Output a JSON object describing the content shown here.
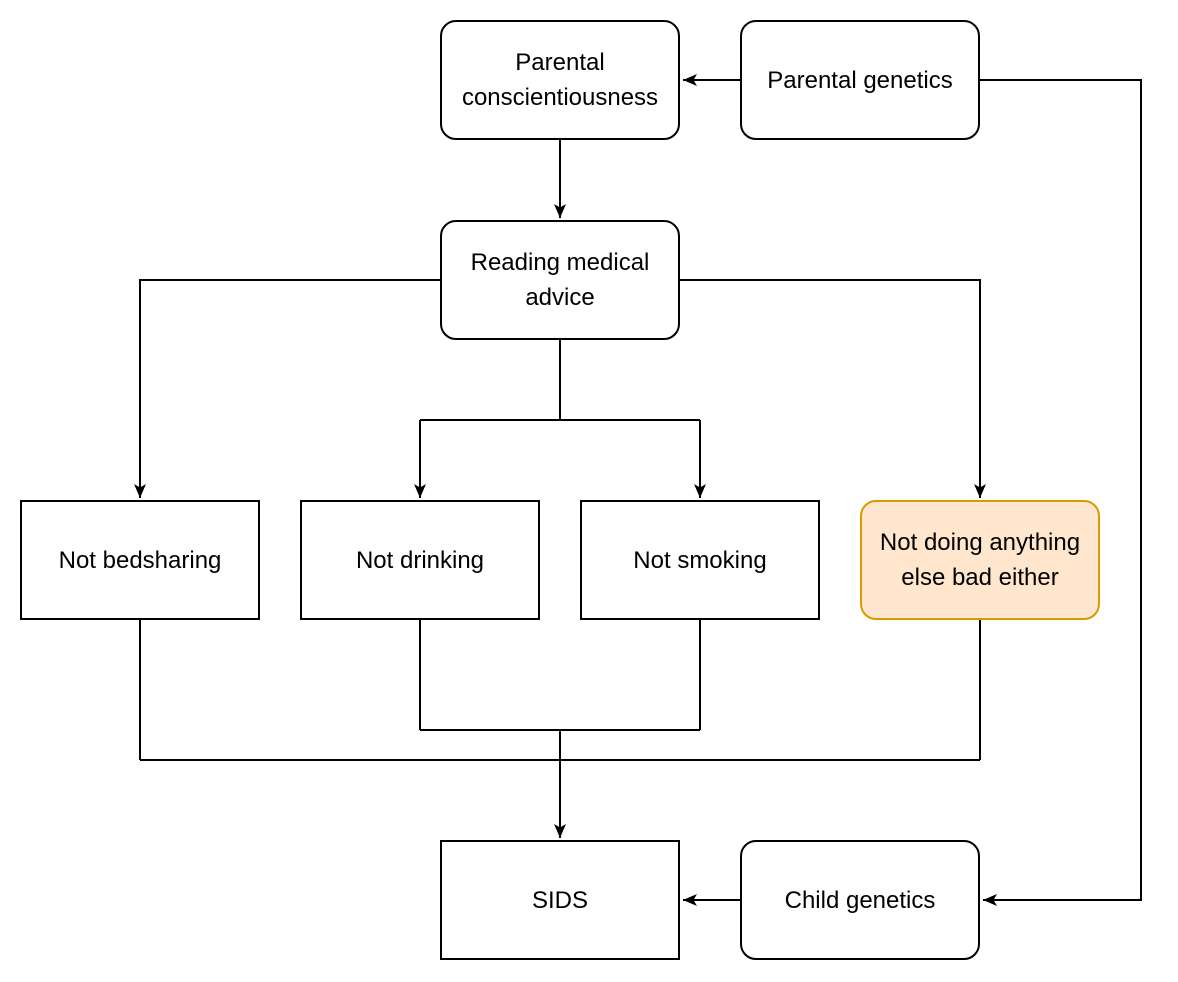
{
  "nodes": {
    "parental_conscientiousness": {
      "label": "Parental\nconscientiousness"
    },
    "parental_genetics": {
      "label": "Parental genetics"
    },
    "reading_medical_advice": {
      "label": "Reading medical\nadvice"
    },
    "not_bedsharing": {
      "label": "Not bedsharing"
    },
    "not_drinking": {
      "label": "Not drinking"
    },
    "not_smoking": {
      "label": "Not smoking"
    },
    "not_doing_anything_else_bad": {
      "label": "Not doing anything\nelse bad either"
    },
    "sids": {
      "label": "SIDS"
    },
    "child_genetics": {
      "label": "Child genetics"
    }
  },
  "edges": [
    {
      "from": "parental_genetics",
      "to": "parental_conscientiousness"
    },
    {
      "from": "parental_conscientiousness",
      "to": "reading_medical_advice"
    },
    {
      "from": "reading_medical_advice",
      "to": "not_bedsharing"
    },
    {
      "from": "reading_medical_advice",
      "to": "not_drinking"
    },
    {
      "from": "reading_medical_advice",
      "to": "not_smoking"
    },
    {
      "from": "reading_medical_advice",
      "to": "not_doing_anything_else_bad"
    },
    {
      "from": "not_bedsharing",
      "to": "sids"
    },
    {
      "from": "not_drinking",
      "to": "sids"
    },
    {
      "from": "not_smoking",
      "to": "sids"
    },
    {
      "from": "not_doing_anything_else_bad",
      "to": "sids"
    },
    {
      "from": "child_genetics",
      "to": "sids"
    },
    {
      "from": "parental_genetics",
      "to": "child_genetics"
    }
  ],
  "colors": {
    "background": "#ffffff",
    "node_fill": "#ffffff",
    "node_border": "#000000",
    "edge": "#000000",
    "text": "#000000",
    "highlight_fill": "#ffe6cc",
    "highlight_border": "#d79b00"
  }
}
